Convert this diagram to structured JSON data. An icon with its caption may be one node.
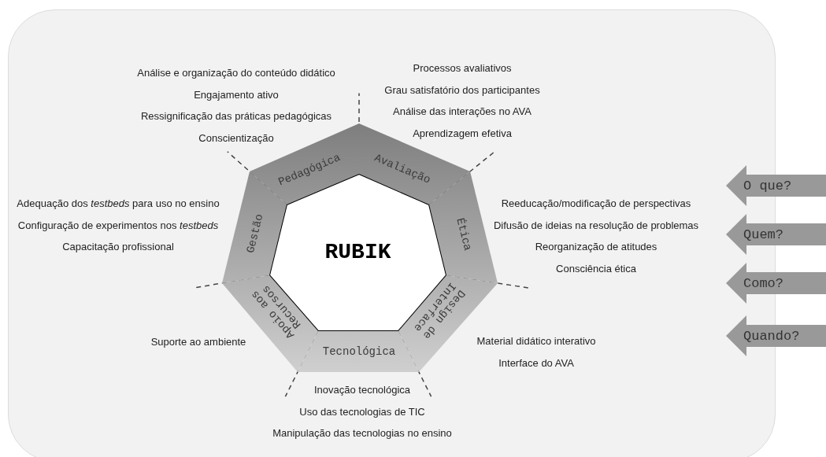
{
  "diagram": {
    "nodes": [
      {
        "text": [
          "RUBIK"
        ]
      },
      {
        "text": [
          "Pedagógica"
        ]
      },
      {
        "text": [
          "Avaliação"
        ]
      },
      {
        "text": [
          "Ética"
        ]
      },
      {
        "text": [
          "Design de Interface"
        ]
      },
      {
        "text": [
          "Tecnológica"
        ]
      },
      {
        "text": [
          "Apoio aos Recursos"
        ]
      },
      {
        "text": [
          "Gestão"
        ]
      },
      {
        "text": [
          "O que?"
        ]
      },
      {
        "text": [
          "Quem?"
        ]
      },
      {
        "text": [
          "Como?"
        ]
      },
      {
        "text": [
          "Quando?"
        ]
      }
    ],
    "labels": [
      "Análise e organização do conteúdo didático",
      "Engajamento ativo",
      "Ressignificação das práticas pedagógicas",
      "Conscientização",
      "Processos avaliativos",
      "Grau satisfatório dos participantes",
      "Análise das interações no AVA",
      "Aprendizagem efetiva",
      "Adequação dos *testbeds* para uso no ensino",
      "Configuração de experimentos nos *testbeds*",
      "Capacitação profissional",
      "Reeducação/modificação de perspectivas",
      "Difusão de ideias na resolução de problemas",
      "Reorganização de atitudes",
      "Consciência ética",
      "Suporte ao ambiente",
      "Material didático interativo",
      "Interface do AVA",
      "Inovação tecnológica",
      "Uso das tecnologias de TIC",
      "Manipulação das tecnologias no ensino"
    ]
  }
}
